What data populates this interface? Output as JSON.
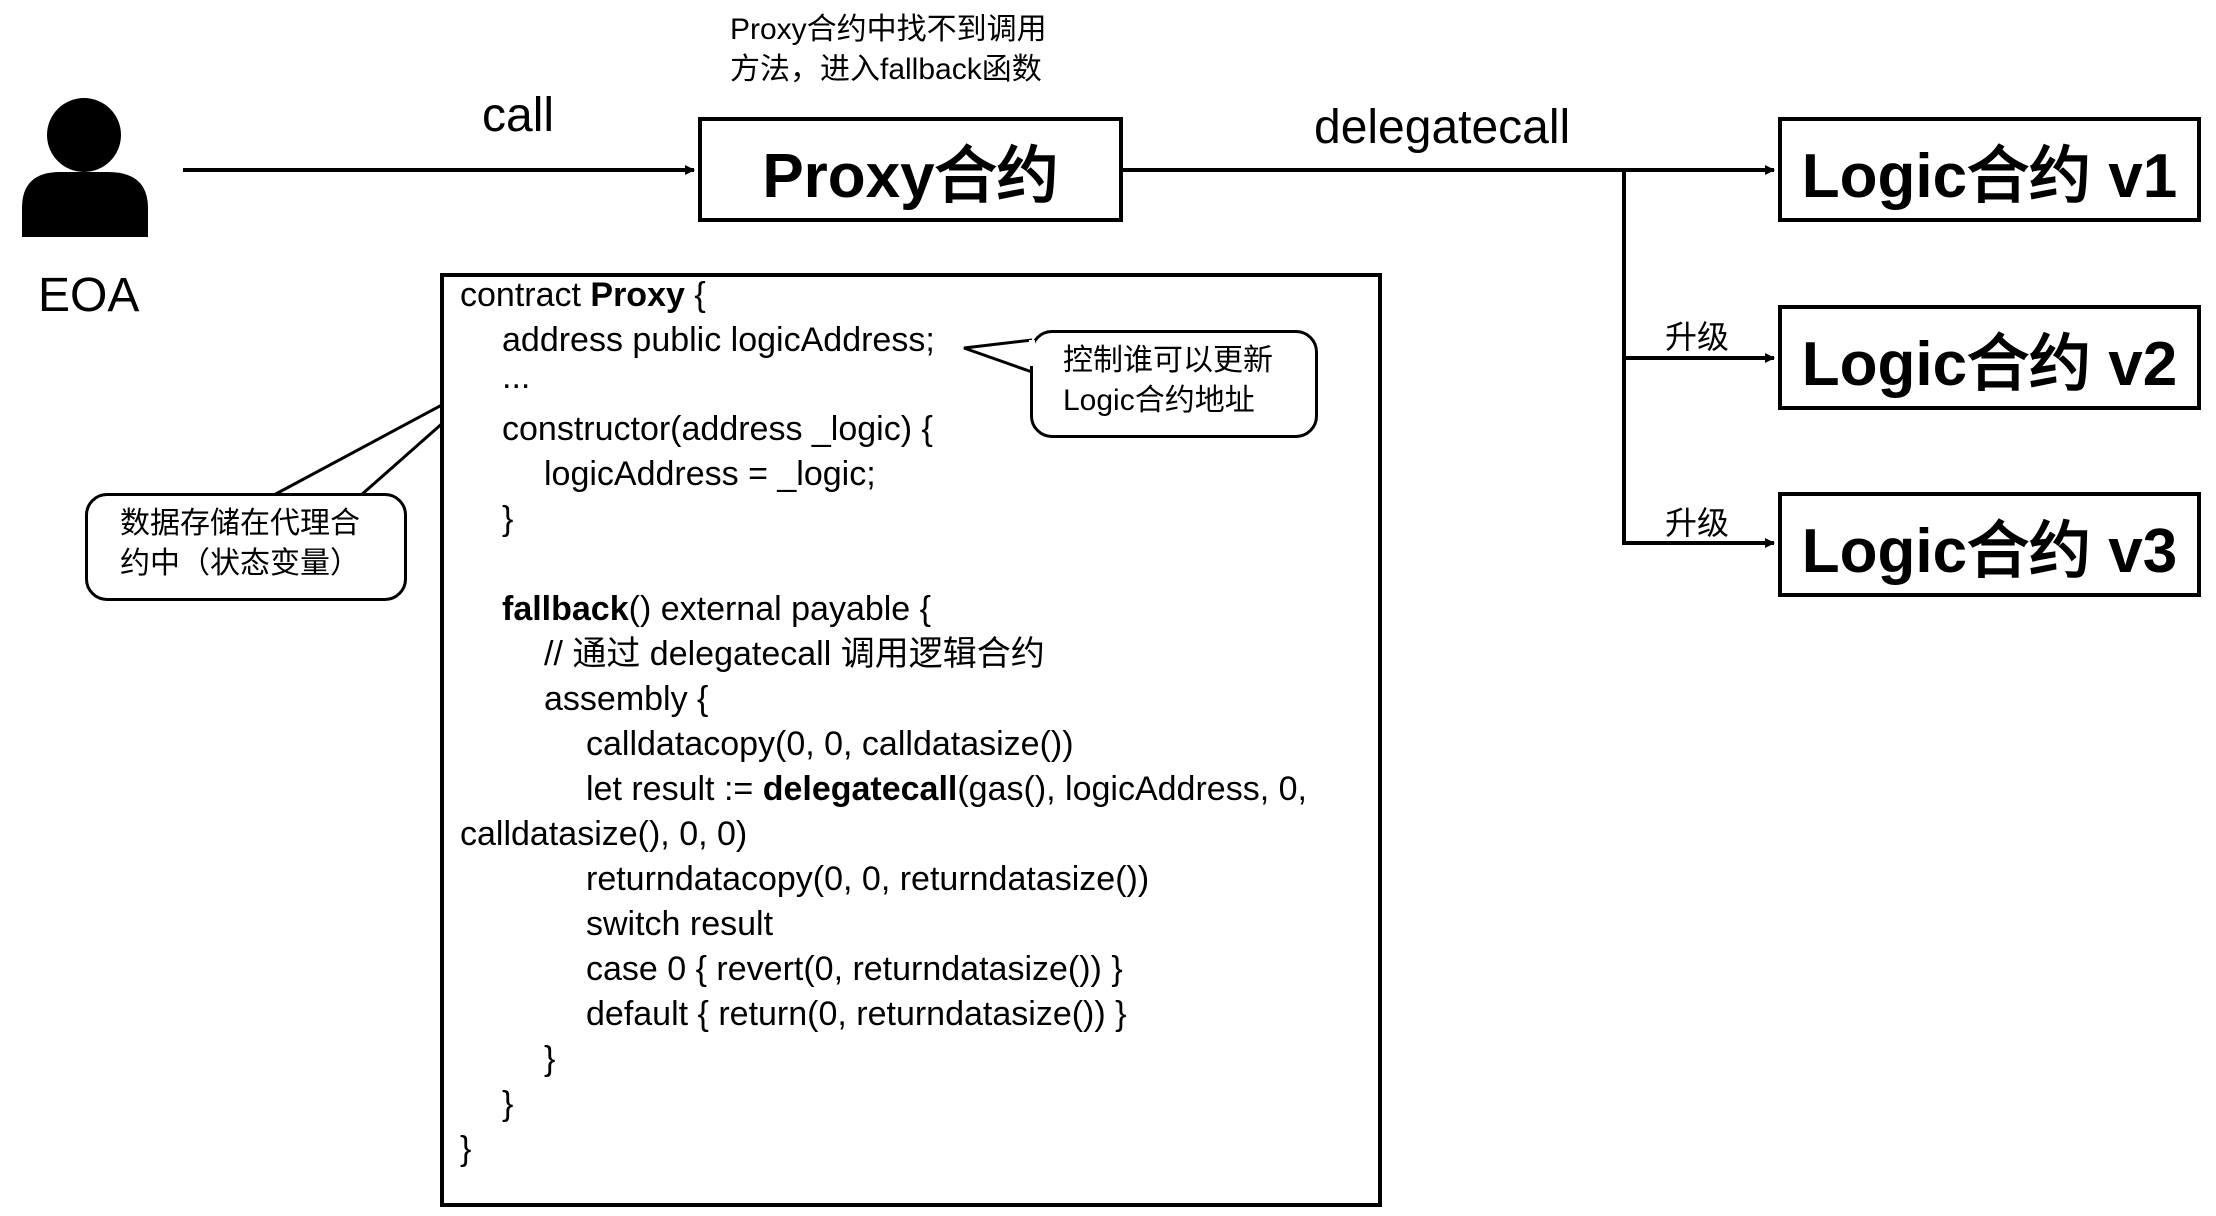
{
  "nodes": {
    "eoa_label": "EOA",
    "proxy": "Proxy合约",
    "logic_v1": "Logic合约 v1",
    "logic_v2": "Logic合约 v2",
    "logic_v3": "Logic合约 v3"
  },
  "edges": {
    "call": "call",
    "delegatecall": "delegatecall",
    "upgrade_1": "升级",
    "upgrade_2": "升级"
  },
  "notes": {
    "fallback_line1": "Proxy合约中找不到调用",
    "fallback_line2": "方法，进入fallback函数",
    "storage_line1": "数据存储在代理合",
    "storage_line2": "约中（状态变量）",
    "control_line1": "控制谁可以更新",
    "control_line2": "Logic合约地址"
  },
  "code": {
    "l01a": "contract ",
    "l01b": "Proxy",
    "l01c": " {",
    "l02": "address public logicAddress;",
    "l03": "...",
    "l04": "constructor(address _logic) {",
    "l05": "logicAddress = _logic;",
    "l06": "}",
    "l07a": "fallback",
    "l07b": "() external payable {",
    "l08": "// 通过 delegatecall 调用逻辑合约",
    "l09": "assembly {",
    "l10": "calldatacopy(0, 0, calldatasize())",
    "l11a": "let result := ",
    "l11b": "delegatecall",
    "l11c": "(gas(), logicAddress, 0,",
    "l12": "calldatasize(), 0, 0)",
    "l13": "returndatacopy(0, 0, returndatasize())",
    "l14": "switch result",
    "l15": "case 0 { revert(0, returndatasize()) }",
    "l16": "default { return(0, returndatasize()) }",
    "l17": "}",
    "l18": "}",
    "l19": "}"
  }
}
